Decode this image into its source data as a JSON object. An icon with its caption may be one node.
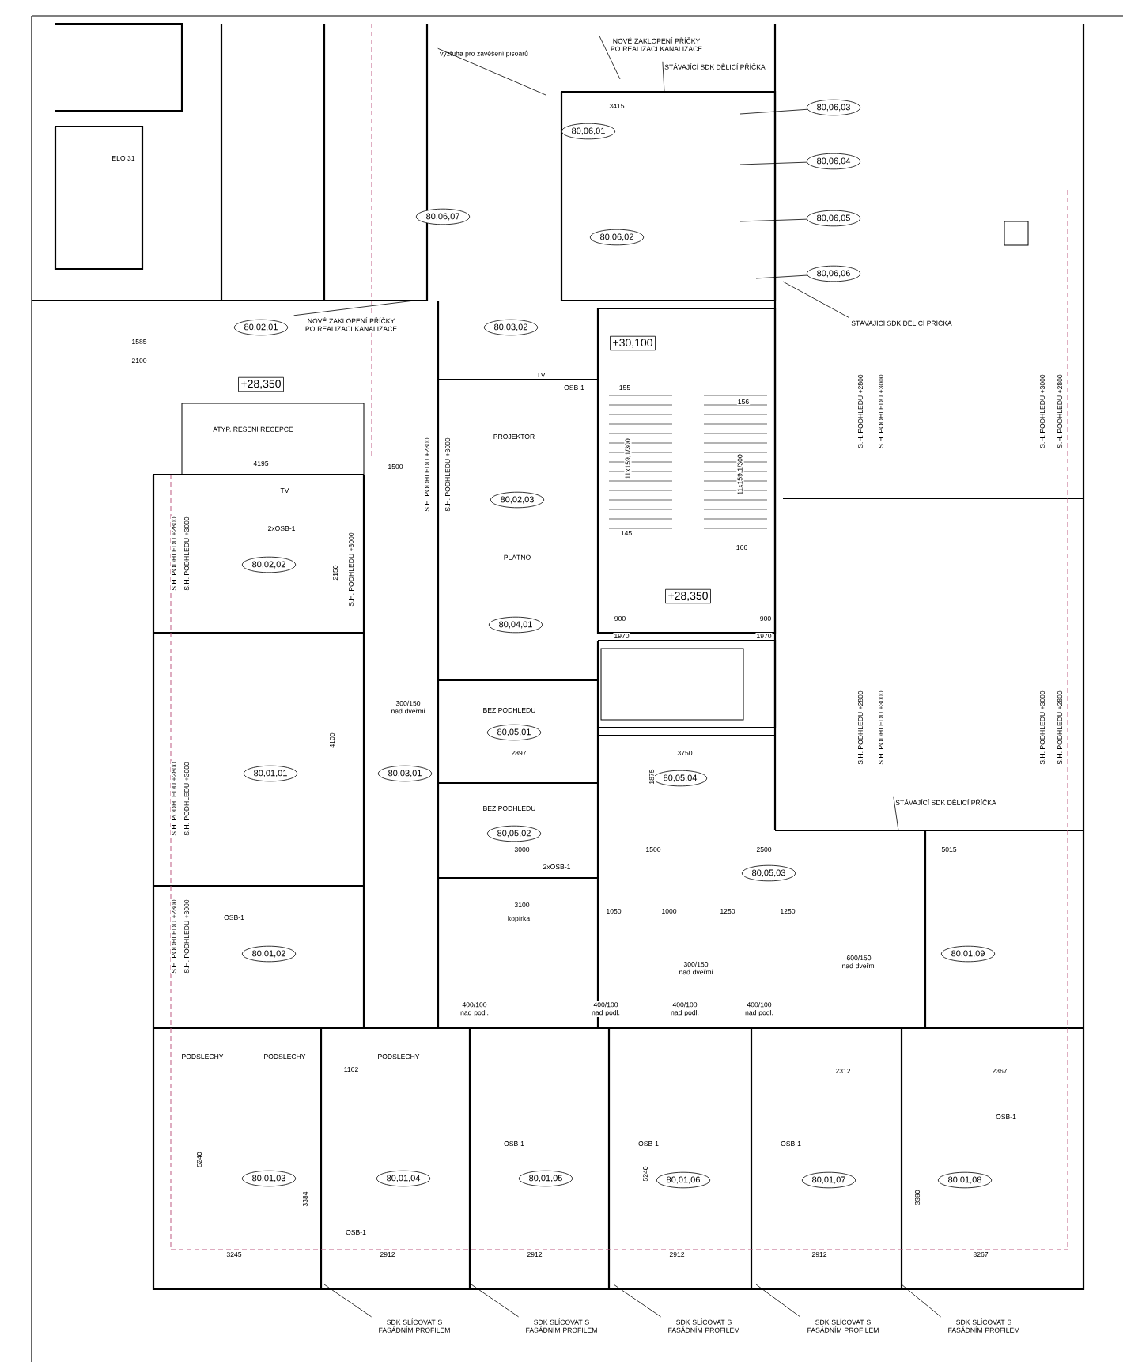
{
  "diagram": {
    "nodes": [
      {
        "text": [
          "80,06,07"
        ]
      },
      {
        "text": [
          "80,06,01"
        ]
      },
      {
        "text": [
          "80,06,03"
        ]
      },
      {
        "text": [
          "80,06,04"
        ]
      },
      {
        "text": [
          "80,06,05"
        ]
      },
      {
        "text": [
          "80,06,06"
        ]
      },
      {
        "text": [
          "80,06,02"
        ]
      },
      {
        "text": [
          "80,02,01"
        ]
      },
      {
        "text": [
          "80,03,02"
        ]
      },
      {
        "text": [
          "+28,350"
        ]
      },
      {
        "text": [
          "80,02,03"
        ]
      },
      {
        "text": [
          "+30,100"
        ]
      },
      {
        "text": [
          "+28,350"
        ]
      },
      {
        "text": [
          "80,02,02"
        ]
      },
      {
        "text": [
          "80,04,01"
        ]
      },
      {
        "text": [
          "80,05,01"
        ]
      },
      {
        "text": [
          "80,05,02"
        ]
      },
      {
        "text": [
          "80,01,01"
        ]
      },
      {
        "text": [
          "80,03,01"
        ]
      },
      {
        "text": [
          "80,05,04"
        ]
      },
      {
        "text": [
          "80,05,03"
        ]
      },
      {
        "text": [
          "80,01,09"
        ]
      },
      {
        "text": [
          "80,01,02"
        ]
      },
      {
        "text": [
          "80,01,03"
        ]
      },
      {
        "text": [
          "80,01,04"
        ]
      },
      {
        "text": [
          "80,01,05"
        ]
      },
      {
        "text": [
          "80,01,06"
        ]
      },
      {
        "text": [
          "80,01,07"
        ]
      },
      {
        "text": [
          "80,01,08"
        ]
      },
      {
        "text": [
          "NOVÉ ZAKLOPENÍ PŘÍČKY PO REALIZACI KANALIZACE"
        ]
      },
      {
        "text": [
          "STÁVAJÍCÍ SDK DĚLICÍ PŘÍČKA"
        ]
      },
      {
        "text": [
          "STÁVAJÍCÍ SDK DĚLICÍ PŘÍČKA"
        ]
      },
      {
        "text": [
          "STÁVAJÍCÍ SDK DĚLICÍ PŘÍČKA"
        ]
      },
      {
        "text": [
          "NOVÉ ZAKLOPENÍ PŘÍČKY PO REALIZACI KANALIZACE"
        ]
      },
      {
        "text": [
          "výztuha pro zavěšení pisoárů"
        ]
      },
      {
        "text": [
          "SDK SLÍCOVAT S FASÁDNÍM PROFILEM"
        ]
      },
      {
        "text": [
          "SDK SLÍCOVAT S FASÁDNÍM PROFILEM"
        ]
      },
      {
        "text": [
          "SDK SLÍCOVAT S FASÁDNÍM PROFILEM"
        ]
      },
      {
        "text": [
          "SDK SLÍCOVAT S FASÁDNÍM PROFILEM"
        ]
      },
      {
        "text": [
          "SDK SLÍCOVAT S FASÁDNÍM PROFILEM"
        ]
      }
    ],
    "edges": [
      {
        "from": 2,
        "to": null,
        "arrow": "none"
      },
      {
        "from": 3,
        "to": null,
        "arrow": "none"
      },
      {
        "from": 4,
        "to": null,
        "arrow": "none"
      },
      {
        "from": 5,
        "to": null,
        "arrow": "none"
      },
      {
        "from": 29,
        "to": null,
        "arrow": "none"
      },
      {
        "from": 30,
        "to": null,
        "arrow": "none"
      },
      {
        "from": 31,
        "to": null,
        "arrow": "none"
      },
      {
        "from": 32,
        "to": null,
        "arrow": "none"
      },
      {
        "from": 33,
        "to": null,
        "arrow": "none"
      },
      {
        "from": 34,
        "to": null,
        "arrow": "none"
      },
      {
        "from": 35,
        "to": null,
        "arrow": "none"
      },
      {
        "from": 36,
        "to": null,
        "arrow": "none"
      },
      {
        "from": 37,
        "to": null,
        "arrow": "none"
      },
      {
        "from": 38,
        "to": null,
        "arrow": "none"
      },
      {
        "from": 39,
        "to": null,
        "arrow": "none"
      }
    ],
    "labels": [
      "ELO 31",
      "1585",
      "2100",
      "ATYP. ŘEŠENÍ RECEPCE",
      "4195",
      "1500",
      "PROJEKTOR",
      "TV",
      "2xOSB-1",
      "PLÁTNO",
      "2150",
      "4100",
      "300/150 nad dveřmi",
      "BEZ PODHLEDU",
      "2897",
      "BEZ PODHLEDU",
      "3000",
      "2xOSB-1",
      "155",
      "156",
      "11x159,1/300",
      "11x159,1/300",
      "145",
      "166",
      "900",
      "1970",
      "900",
      "1970",
      "3750",
      "1875",
      "3415",
      "S.H. PODHLEDU +2800",
      "S.H. PODHLEDU +3000",
      "S.H. PODHLEDU +3000",
      "S.H. PODHLEDU +2800",
      "S.H. PODHLEDU +2800",
      "S.H. PODHLEDU +3000",
      "S.H. PODHLEDU +3000",
      "S.H. PODHLEDU +2800",
      "S.H. PODHLEDU +2800",
      "S.H. PODHLEDU +3000",
      "S.H. PODHLEDU +3000",
      "S.H. PODHLEDU +2800",
      "S.H. PODHLEDU +3000",
      "S.H. PODHLEDU +2800",
      "S.H. PODHLEDU +3000",
      "S.H. PODHLEDU +2800",
      "S.H. PODHLEDU +3000",
      "3100",
      "kopírka",
      "1050",
      "1000",
      "1250",
      "1250",
      "1500",
      "2500",
      "5015",
      "300/150 nad dveřmi",
      "600/150 nad dveřmi",
      "400/100 nad podl.",
      "400/100 nad podl.",
      "400/100 nad podl.",
      "400/100 nad podl.",
      "1162",
      "2312",
      "2367",
      "PODSLECHY",
      "PODSLECHY",
      "PODSLECHY",
      "OSB-1",
      "OSB-1",
      "OSB-1",
      "OSB-1",
      "OSB-1",
      "OSB-1",
      "3245",
      "2912",
      "2912",
      "2912",
      "2912",
      "3267",
      "5240",
      "3384",
      "5240",
      "3380",
      "OSB-1",
      "TV"
    ]
  }
}
